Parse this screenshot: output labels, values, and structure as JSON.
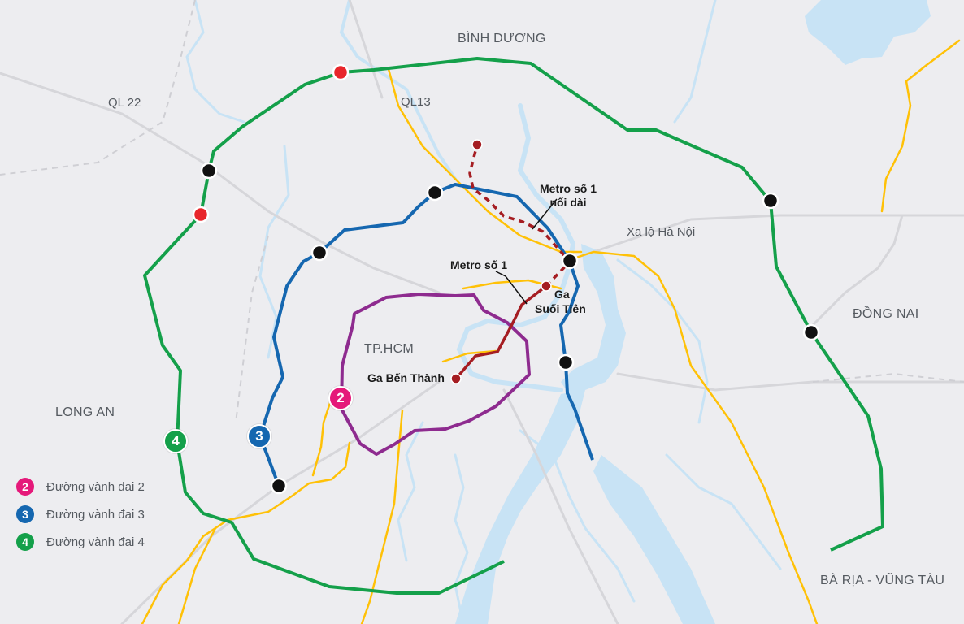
{
  "colors": {
    "background": "#ededf0",
    "water": "#c8e3f5",
    "ring2": "#8e2b8f",
    "ring2_badge": "#e5197a",
    "ring3": "#1567b0",
    "ring4": "#14a04a",
    "metro": "#a51d22",
    "highway": "#ffc107",
    "road": "#d6d6da",
    "node": "#111111",
    "node_red": "#e8262b"
  },
  "regions": {
    "binh_duong": "BÌNH DƯƠNG",
    "dong_nai": "ĐỒNG NAI",
    "long_an": "LONG AN",
    "ba_ria_vung_tau": "BÀ RỊA - VŨNG TÀU",
    "tphcm": "TP.HCM"
  },
  "roads": {
    "ql22": "QL 22",
    "ql13": "QL13",
    "xa_lo_ha_noi": "Xa lộ Hà Nội"
  },
  "metro": {
    "line1_label": "Metro số 1",
    "line1_ext_label_1": "Metro số 1",
    "line1_ext_label_2": "nối dài",
    "station_suoi_tien_1": "Ga",
    "station_suoi_tien_2": "Suối Tiên",
    "station_ben_thanh": "Ga Bến Thành"
  },
  "badges": {
    "ring2": "2",
    "ring3": "3",
    "ring4": "4"
  },
  "legend": [
    {
      "number": "2",
      "label": "Đường vành đai 2",
      "color": "#e5197a"
    },
    {
      "number": "3",
      "label": "Đường vành đai 3",
      "color": "#1567b0"
    },
    {
      "number": "4",
      "label": "Đường vành đai 4",
      "color": "#14a04a"
    }
  ]
}
